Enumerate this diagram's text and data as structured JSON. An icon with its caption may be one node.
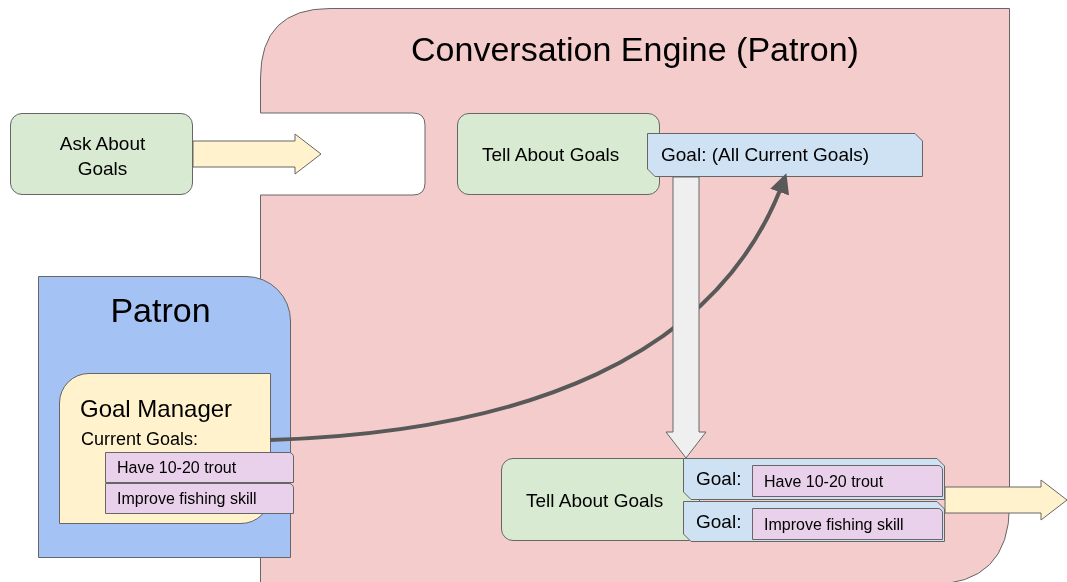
{
  "diagram": {
    "nodes": [
      {
        "text": [
          "Conversation Engine (Patron)"
        ]
      },
      {
        "text": [
          "Ask About Goals"
        ]
      },
      {
        "text": [
          "Tell About Goals"
        ],
        "in": 0
      },
      {
        "text": [
          "Goal: (All Current Goals)"
        ],
        "in": 0
      },
      {
        "text": [
          "Patron"
        ]
      },
      {
        "text": [
          "Goal Manager",
          "Current Goals:"
        ],
        "in": 4
      },
      {
        "text": [
          "Have 10-20 trout"
        ],
        "in": 4
      },
      {
        "text": [
          "Improve fishing skill"
        ],
        "in": 4
      },
      {
        "text": [
          "Tell About Goals"
        ],
        "in": 0
      },
      {
        "text": [
          "Goal:"
        ],
        "in": 0
      },
      {
        "text": [
          "Have 10-20 trout"
        ],
        "in": 9
      },
      {
        "text": [
          "Goal:"
        ],
        "in": 0
      },
      {
        "text": [
          "Improve fishing skill"
        ],
        "in": 11
      }
    ],
    "edges": [
      {
        "from": 1,
        "to": null,
        "arrow": "to",
        "style": "thick",
        "color": "#fff2cc"
      },
      {
        "from": 5,
        "to": 3,
        "arrow": "to",
        "color": "#595959"
      },
      {
        "from": 3,
        "to": 9,
        "arrow": "to",
        "style": "thick",
        "color": "#efefef"
      },
      {
        "from": 9,
        "to": null,
        "arrow": "to",
        "style": "thick",
        "color": "#fff2cc"
      }
    ]
  }
}
